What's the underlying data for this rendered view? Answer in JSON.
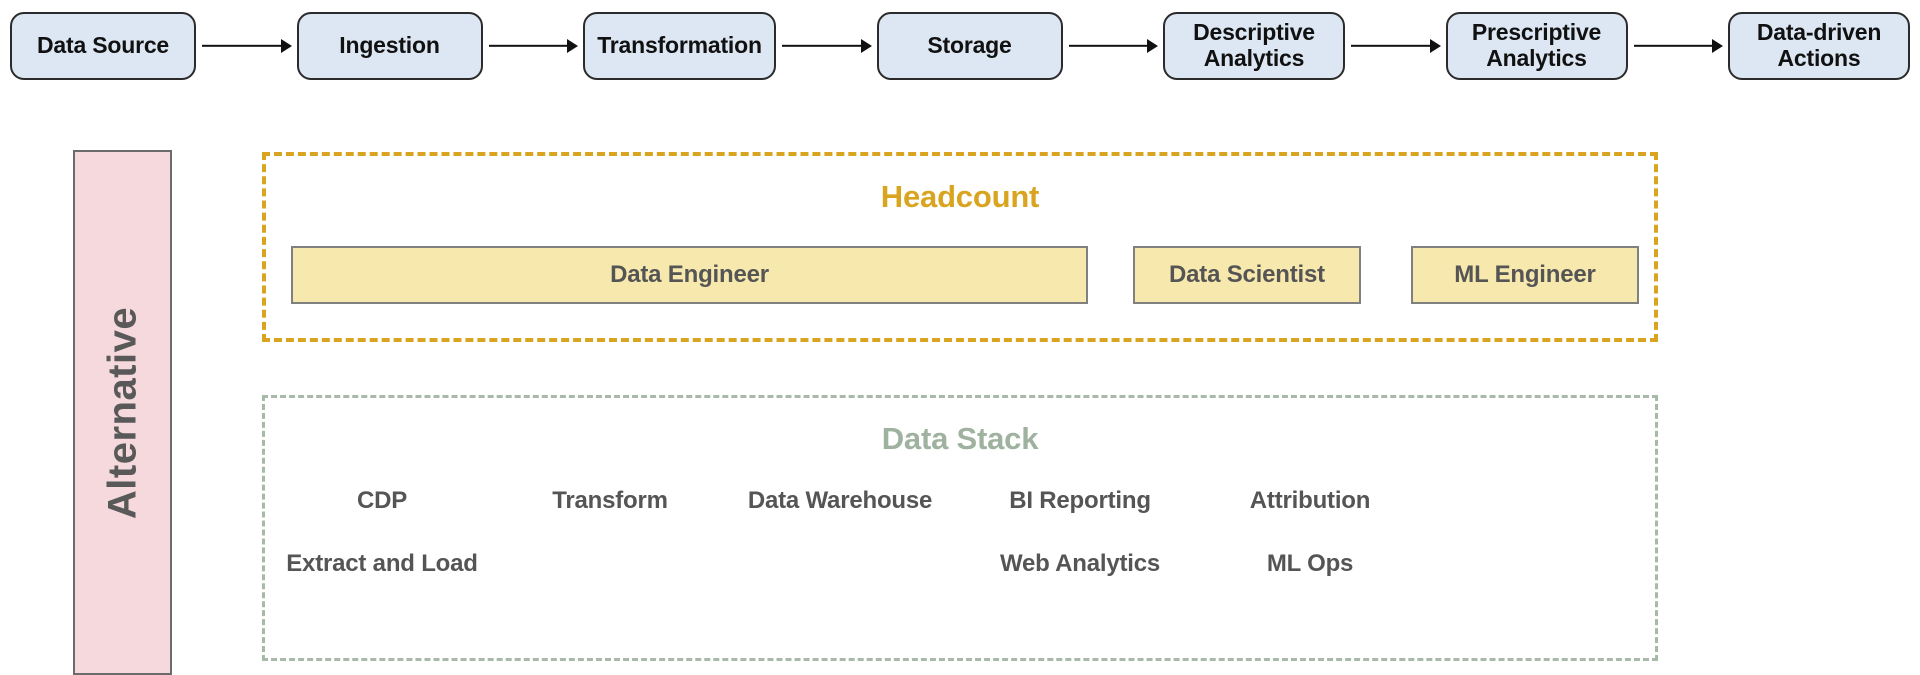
{
  "pipeline": {
    "stages": [
      {
        "label": "Data Source",
        "width": 186
      },
      {
        "label": "Ingestion",
        "width": 186
      },
      {
        "label": "Transformation",
        "width": 193
      },
      {
        "label": "Storage",
        "width": 186
      },
      {
        "label": "Descriptive\nAnalytics",
        "width": 182
      },
      {
        "label": "Prescriptive\nAnalytics",
        "width": 182
      },
      {
        "label": "Data-driven\nActions",
        "width": 182
      }
    ],
    "arrow_icon": "arrow-right-icon",
    "box_fill": "#dce7f3",
    "box_border": "#2b2b2b"
  },
  "alternative": {
    "label": "Alternative",
    "fill": "#f6d9dd",
    "border": "#6b6b6b",
    "text_color": "#595959"
  },
  "headcount": {
    "title": "Headcount",
    "accent": "#d9a520",
    "box_fill": "#f7e9ad",
    "box_border": "#808080",
    "roles": [
      {
        "label": "Data Engineer"
      },
      {
        "label": "Data Scientist"
      },
      {
        "label": "ML Engineer"
      }
    ]
  },
  "data_stack": {
    "title": "Data Stack",
    "accent": "#9fb29f",
    "border": "#a8b9a8",
    "text_color": "#555555",
    "rows": [
      [
        {
          "label": "CDP"
        },
        {
          "label": "Transform"
        },
        {
          "label": "Data Warehouse"
        },
        {
          "label": "BI Reporting"
        },
        {
          "label": "Attribution"
        }
      ],
      [
        {
          "label": "Extract and Load"
        },
        {
          "label": ""
        },
        {
          "label": ""
        },
        {
          "label": "Web Analytics"
        },
        {
          "label": "ML Ops"
        }
      ]
    ]
  }
}
